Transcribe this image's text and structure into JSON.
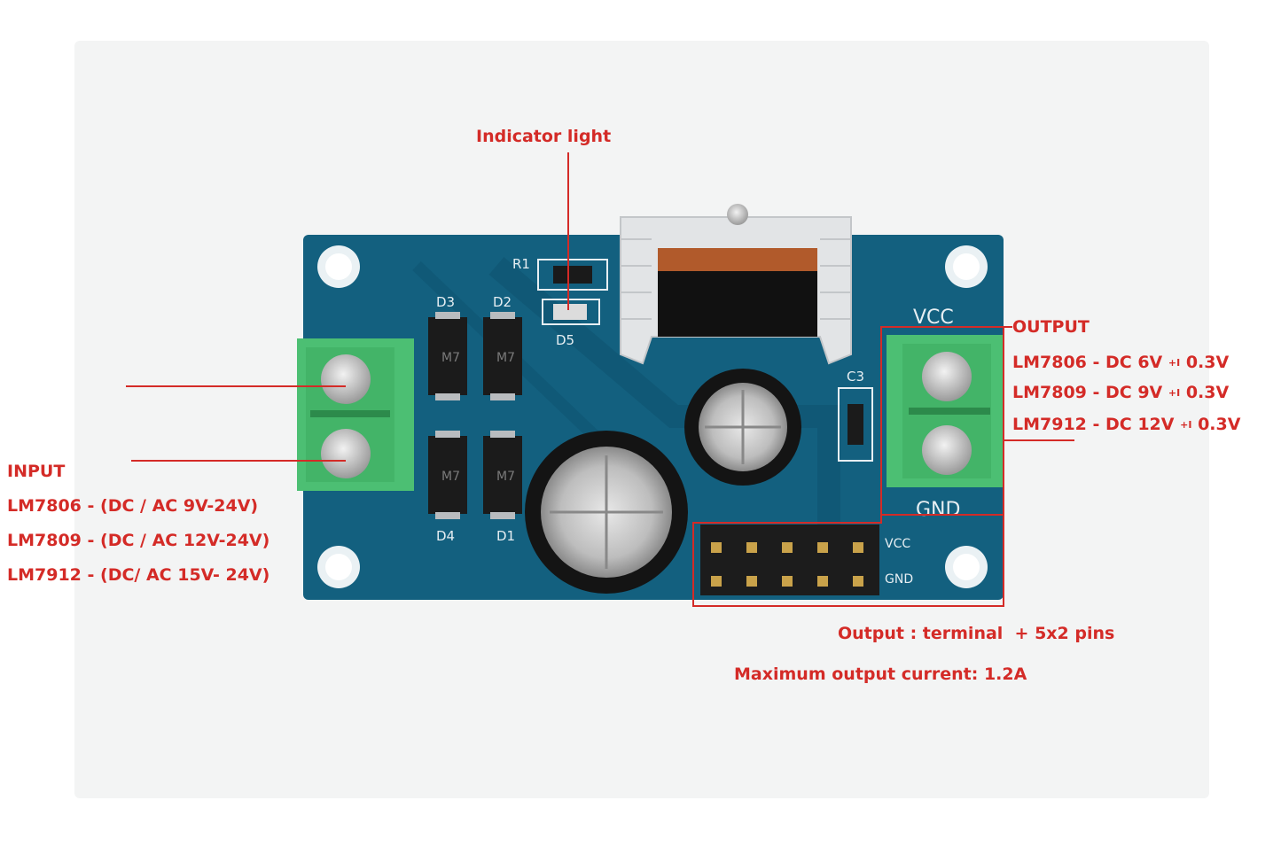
{
  "indicator_label": "Indicator light",
  "input": {
    "title": "INPUT",
    "lines": [
      "LM7806 - (DC / AC 9V-24V)",
      "LM7809 - (DC / AC 12V-24V)",
      "LM7912 - (DC/ AC 15V- 24V)"
    ]
  },
  "output": {
    "title": "OUTPUT",
    "lines": [
      {
        "model": "LM7806 - DC 6V",
        "pm": "+I",
        "tol": "0.3V"
      },
      {
        "model": "LM7809 - DC 9V",
        "pm": "+I",
        "tol": "0.3V"
      },
      {
        "model": "LM7912 - DC 12V",
        "pm": "+I",
        "tol": "0.3V"
      }
    ]
  },
  "output_type": "Output : terminal  + 5x2 pins",
  "max_current": "Maximum output current: 1.2A",
  "silkscreen": {
    "r1": "R1",
    "d1": "D1",
    "d2": "D2",
    "d3": "D3",
    "d4": "D4",
    "d5": "D5",
    "c3": "C3",
    "vcc": "VCC",
    "gnd": "GND",
    "vcc_small": "VCC",
    "gnd_small": "GND",
    "diode_mark": "M7"
  },
  "colors": {
    "annotation": "#d42b27",
    "pcb": "#13607f",
    "terminal": "#4cbf73"
  }
}
